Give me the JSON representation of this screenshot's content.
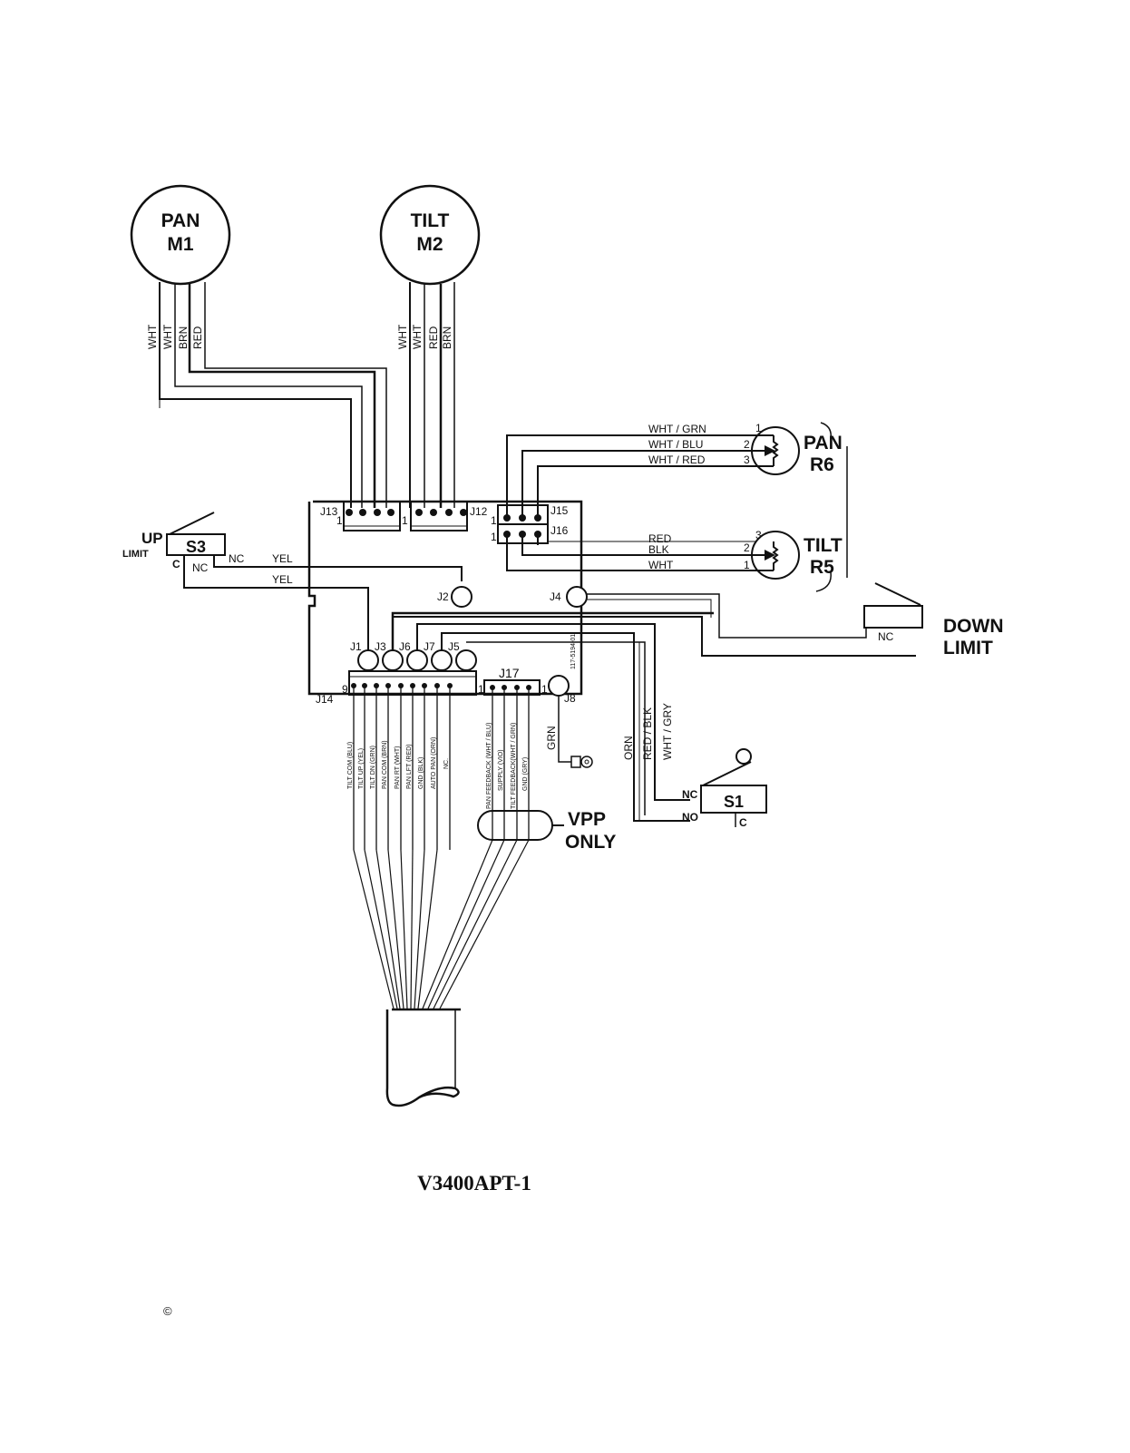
{
  "document": {
    "model_code": "V3400APT-1",
    "copyright_symbol": "©",
    "board_part_number": "117-5194-01"
  },
  "motors": [
    {
      "name": "PAN",
      "ref": "M1",
      "wires": [
        "WHT",
        "WHT",
        "BRN",
        "RED"
      ]
    },
    {
      "name": "TILT",
      "ref": "M2",
      "wires": [
        "WHT",
        "WHT",
        "RED",
        "BRN"
      ]
    }
  ],
  "potentiometers": [
    {
      "name": "PAN",
      "ref": "R6",
      "pins": [
        "1",
        "2",
        "3"
      ],
      "wires": [
        "WHT / GRN",
        "WHT / BLU",
        "WHT / RED"
      ]
    },
    {
      "name": "TILT",
      "ref": "R5",
      "pins": [
        "3",
        "2",
        "1"
      ],
      "wires": [
        "RED",
        "BLK",
        "WHT"
      ]
    }
  ],
  "switches": {
    "up_limit": {
      "label_top": "UP",
      "label_bottom": "LIMIT",
      "ref": "S3",
      "terminals": [
        "C",
        "NC",
        "NC"
      ],
      "wires": [
        "YEL",
        "YEL"
      ]
    },
    "down_limit": {
      "label_top": "DOWN",
      "label_bottom": "LIMIT",
      "terminal": "NC"
    },
    "s1": {
      "ref": "S1",
      "terminals": [
        "NC",
        "NO",
        "C"
      ],
      "wires": [
        "ORN",
        "RED / BLK",
        "WHT / GRY"
      ]
    }
  },
  "connectors": {
    "j13": "J13",
    "j12": "J12",
    "j15": "J15",
    "j16": "J16",
    "j2": "J2",
    "j4": "J4",
    "j1": "J1",
    "j3": "J3",
    "j6": "J6",
    "j7": "J7",
    "j5": "J5",
    "j14": "J14",
    "j17": "J17",
    "j8": "J8",
    "pin_one": "1",
    "pin_nine": "9"
  },
  "j14_wires": [
    "TILT COM (BLU)",
    "TILT UP (YEL)",
    "TILT DN (GRN)",
    "PAN COM (BRN)",
    "PAN RT (WHT)",
    "PAN LFT (RED)",
    "GND (BLK)",
    "AUTO PAN (ORN)",
    "NC."
  ],
  "j17_wires": [
    "PAN FEEDBACK (WHT / BLU)",
    "SUPPLY (VIO)",
    "TILT FEEDBACK(WHT / GRN)",
    "GND (GRY)"
  ],
  "ground": {
    "wire": "GRN"
  },
  "vpp": {
    "line1": "VPP",
    "line2": "ONLY"
  }
}
